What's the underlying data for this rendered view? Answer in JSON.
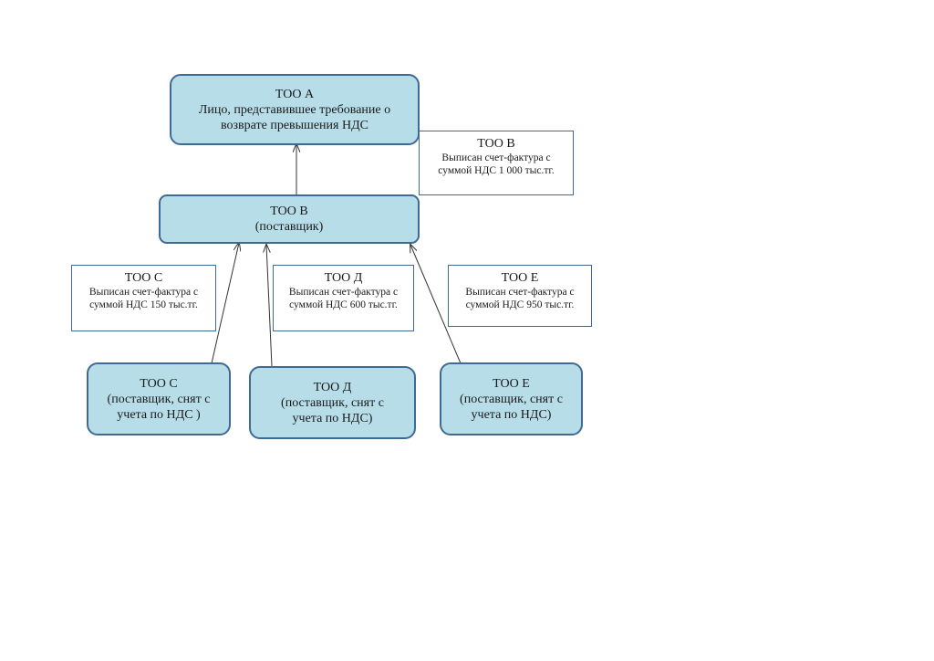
{
  "nodes": {
    "a": {
      "name": "ТОО А",
      "lines": [
        "Лицо, представившее требование о",
        "возврате превышения НДС"
      ]
    },
    "b": {
      "name": "ТОО В",
      "lines": [
        "(поставщик)"
      ]
    },
    "c": {
      "name": "ТОО С",
      "lines": [
        "(поставщик, снят с",
        "учета по НДС )"
      ]
    },
    "d": {
      "name": "ТОО Д",
      "lines": [
        "(поставщик, снят с",
        "учета по НДС)"
      ]
    },
    "e": {
      "name": "ТОО Е",
      "lines": [
        "(поставщик, снят с",
        "учета по НДС)"
      ]
    }
  },
  "notes": {
    "b": {
      "title": "ТОО В",
      "lines": [
        "Выписан счет-фактура с",
        "суммой НДС 1 000 тыс.тг."
      ]
    },
    "c": {
      "title": "ТОО С",
      "lines": [
        "Выписан счет-фактура с",
        "суммой НДС 150 тыс.тг."
      ]
    },
    "d": {
      "title": "ТОО Д",
      "lines": [
        "Выписан счет-фактура с",
        "суммой НДС 600 тыс.тг."
      ]
    },
    "e": {
      "title": "ТОО Е",
      "lines": [
        "Выписан счет-фактура с",
        "суммой НДС 950 тыс.тг."
      ]
    }
  },
  "edges": [
    {
      "from": "b",
      "to": "a"
    },
    {
      "from": "c",
      "to": "b"
    },
    {
      "from": "d",
      "to": "b"
    },
    {
      "from": "e",
      "to": "b"
    }
  ],
  "colors": {
    "node_fill": "#b7dde8",
    "node_border": "#3f6a93",
    "arrow": "#333333"
  }
}
